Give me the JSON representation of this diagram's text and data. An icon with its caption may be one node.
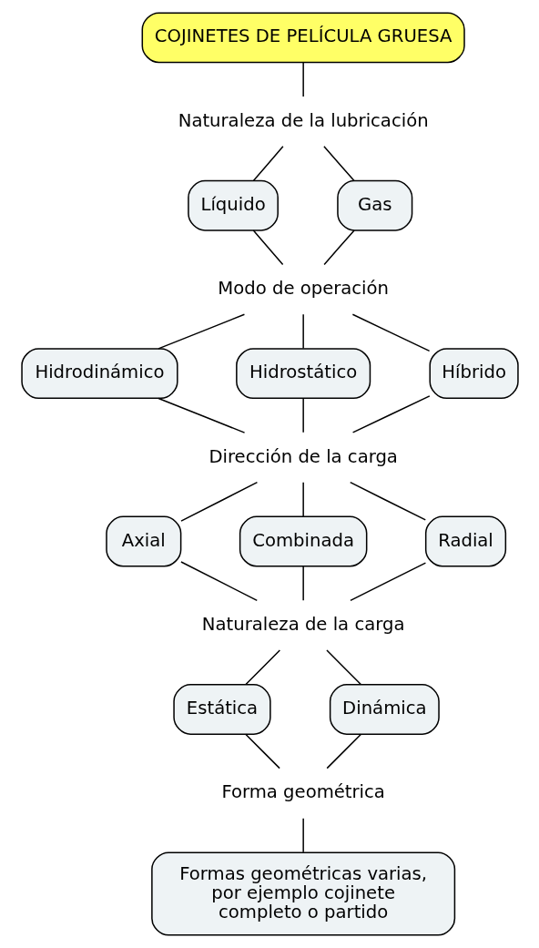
{
  "diagram": {
    "nodes": [
      {
        "text": [
          "COJINETES DE PELÍCULA GRUESA"
        ]
      },
      {
        "text": [
          "Naturaleza de la lubricación"
        ]
      },
      {
        "text": [
          "Líquido"
        ]
      },
      {
        "text": [
          "Gas"
        ]
      },
      {
        "text": [
          "Modo de operación"
        ]
      },
      {
        "text": [
          "Hidrodinámico"
        ]
      },
      {
        "text": [
          "Hidrostático"
        ]
      },
      {
        "text": [
          "Híbrido"
        ]
      },
      {
        "text": [
          "Dirección de la carga"
        ]
      },
      {
        "text": [
          "Axial"
        ]
      },
      {
        "text": [
          "Combinada"
        ]
      },
      {
        "text": [
          "Radial"
        ]
      },
      {
        "text": [
          "Naturaleza de la carga"
        ]
      },
      {
        "text": [
          "Estática"
        ]
      },
      {
        "text": [
          "Dinámica"
        ]
      },
      {
        "text": [
          "Forma geométrica"
        ]
      },
      {
        "text": [
          "Formas geométricas varias, por ejemplo cojinete completo o partido"
        ]
      }
    ],
    "edges": [
      {
        "from": 0,
        "to": 1,
        "arrow": "none"
      },
      {
        "from": 1,
        "to": 2,
        "arrow": "none"
      },
      {
        "from": 1,
        "to": 3,
        "arrow": "none"
      },
      {
        "from": 2,
        "to": 4,
        "arrow": "none"
      },
      {
        "from": 3,
        "to": 4,
        "arrow": "none"
      },
      {
        "from": 4,
        "to": 5,
        "arrow": "none"
      },
      {
        "from": 4,
        "to": 6,
        "arrow": "none"
      },
      {
        "from": 4,
        "to": 7,
        "arrow": "none"
      },
      {
        "from": 5,
        "to": 8,
        "arrow": "none"
      },
      {
        "from": 6,
        "to": 8,
        "arrow": "none"
      },
      {
        "from": 7,
        "to": 8,
        "arrow": "none"
      },
      {
        "from": 8,
        "to": 9,
        "arrow": "none"
      },
      {
        "from": 8,
        "to": 10,
        "arrow": "none"
      },
      {
        "from": 8,
        "to": 11,
        "arrow": "none"
      },
      {
        "from": 9,
        "to": 12,
        "arrow": "none"
      },
      {
        "from": 10,
        "to": 12,
        "arrow": "none"
      },
      {
        "from": 11,
        "to": 12,
        "arrow": "none"
      },
      {
        "from": 12,
        "to": 13,
        "arrow": "none"
      },
      {
        "from": 12,
        "to": 14,
        "arrow": "none"
      },
      {
        "from": 13,
        "to": 15,
        "arrow": "none"
      },
      {
        "from": 14,
        "to": 15,
        "arrow": "none"
      },
      {
        "from": 15,
        "to": 16,
        "arrow": "none"
      }
    ]
  }
}
